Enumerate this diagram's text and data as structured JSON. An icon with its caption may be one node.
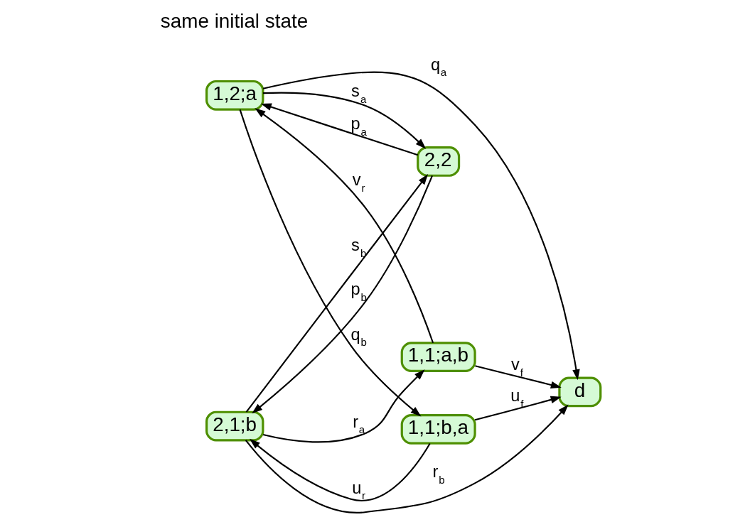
{
  "diagram": {
    "nodes": [
      {
        "text": [
          "1,2;a"
        ]
      },
      {
        "text": [
          "2,2"
        ]
      },
      {
        "text": [
          "1,1;b,a"
        ]
      },
      {
        "text": [
          "1,1;a,b"
        ]
      },
      {
        "text": [
          "2,1;b"
        ]
      },
      {
        "text": [
          "d"
        ]
      }
    ],
    "edges": [
      {
        "from": 1,
        "to": 0,
        "arrow": "to",
        "label": "p$_{a}$"
      },
      {
        "from": 0,
        "to": 1,
        "arrow": "to",
        "label": "s$_{a}$"
      },
      {
        "from": 0,
        "to": 2,
        "arrow": "to",
        "label": "q$_{b}$"
      },
      {
        "from": 0,
        "to": 5,
        "arrow": "to",
        "label": "q$_{a}$"
      },
      {
        "from": 2,
        "to": 4,
        "arrow": "to",
        "label": "u$_{r}$"
      },
      {
        "from": 3,
        "to": 0,
        "arrow": "to",
        "label": "v$_{r}$"
      },
      {
        "from": 2,
        "to": 5,
        "arrow": "to",
        "label": "u$_{f}$"
      },
      {
        "from": 3,
        "to": 5,
        "arrow": "to",
        "label": "v$_{f}$"
      },
      {
        "from": 1,
        "to": 4,
        "arrow": "to",
        "label": "p$_{b}$"
      },
      {
        "from": 4,
        "to": 1,
        "arrow": "to",
        "label": "s$_{b}$"
      },
      {
        "from": 4,
        "to": 3,
        "arrow": "to",
        "label": "r$_{a}$"
      },
      {
        "from": 4,
        "to": 5,
        "arrow": "to",
        "label": "r$_{b}$"
      }
    ],
    "labels": [
      "same initial state"
    ]
  }
}
